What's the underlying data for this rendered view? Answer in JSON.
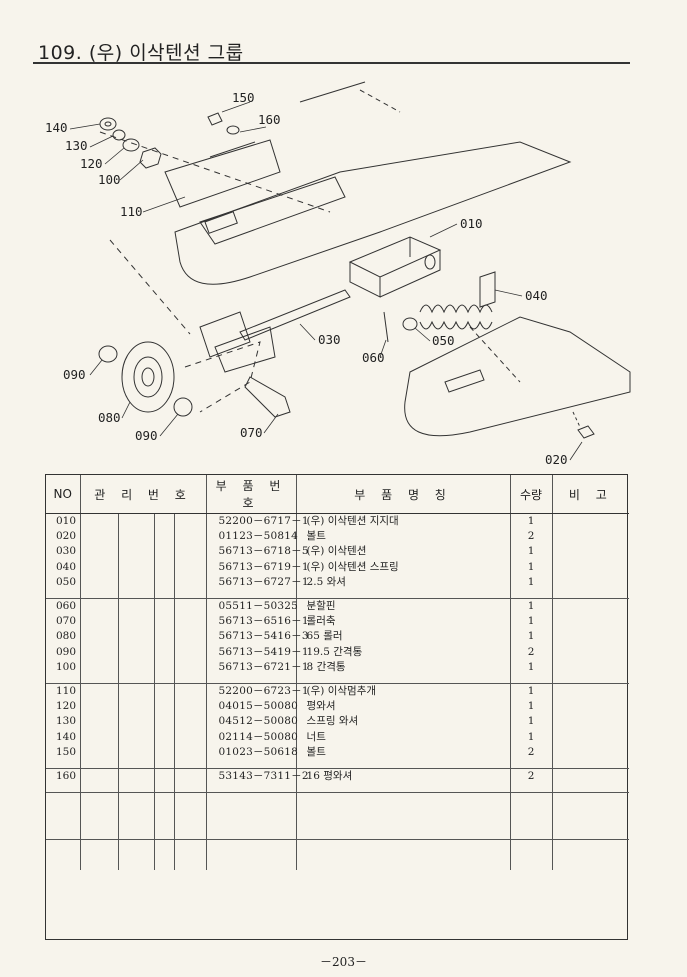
{
  "header": {
    "title": "109. (우) 이삭텐션 그룹"
  },
  "diagram": {
    "callouts": [
      "150",
      "160",
      "140",
      "130",
      "120",
      "100",
      "110",
      "010",
      "040",
      "030",
      "050",
      "060",
      "090",
      "080",
      "090",
      "070",
      "020"
    ]
  },
  "table": {
    "headers": {
      "no": "NO",
      "mgmt": "관 리 번 호",
      "part_no": "부 품 번 호",
      "part_name": "부   품   명   칭",
      "qty": "수량",
      "remark": "비 고"
    },
    "rows": [
      {
        "no": "010",
        "code": "52200－6717－1",
        "name": "(우) 이삭텐션 지지대",
        "qty": "1"
      },
      {
        "no": "020",
        "code": "01123－50814",
        "name": "볼트",
        "qty": "2"
      },
      {
        "no": "030",
        "code": "56713－6718－5",
        "name": "(우) 이삭텐션",
        "qty": "1"
      },
      {
        "no": "040",
        "code": "56713－6719－1",
        "name": "(우) 이삭텐션 스프링",
        "qty": "1"
      },
      {
        "no": "050",
        "code": "56713－6727－1",
        "name": "2.5 와셔",
        "qty": "1"
      },
      {
        "no": "060",
        "code": "05511－50325",
        "name": "분할핀",
        "qty": "1"
      },
      {
        "no": "070",
        "code": "56713－6516－1",
        "name": "롤러축",
        "qty": "1"
      },
      {
        "no": "080",
        "code": "56713－5416－3",
        "name": "65 롤러",
        "qty": "1"
      },
      {
        "no": "090",
        "code": "56713－5419－1",
        "name": "19.5 간격통",
        "qty": "2"
      },
      {
        "no": "100",
        "code": "56713－6721－1",
        "name": "8 간격통",
        "qty": "1"
      },
      {
        "no": "110",
        "code": "52200－6723－1",
        "name": "(우) 이삭멈추개",
        "qty": "1"
      },
      {
        "no": "120",
        "code": "04015－50080",
        "name": "평와셔",
        "qty": "1"
      },
      {
        "no": "130",
        "code": "04512－50080",
        "name": "스프링 와셔",
        "qty": "1"
      },
      {
        "no": "140",
        "code": "02114－50080",
        "name": "너트",
        "qty": "1"
      },
      {
        "no": "150",
        "code": "01023－50618",
        "name": "볼트",
        "qty": "2"
      },
      {
        "no": "160",
        "code": "53143－7311－2",
        "name": "16 평와셔",
        "qty": "2"
      }
    ]
  },
  "footer": {
    "page": "－203－"
  }
}
